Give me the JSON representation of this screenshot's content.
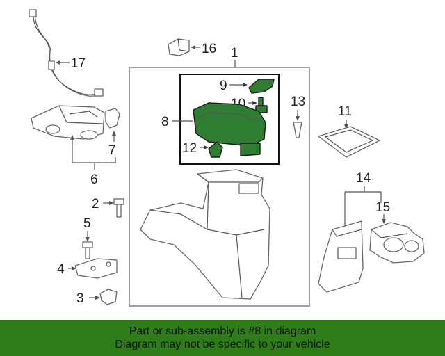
{
  "diagram": {
    "callouts": {
      "c1": "1",
      "c2": "2",
      "c3": "3",
      "c4": "4",
      "c5": "5",
      "c6": "6",
      "c7": "7",
      "c8": "8",
      "c9": "9",
      "c10": "10",
      "c11": "11",
      "c12": "12",
      "c13": "13",
      "c14": "14",
      "c15": "15",
      "c16": "16",
      "c17": "17"
    },
    "highlight_color": "#2e7d32"
  },
  "banner": {
    "line1": "Part or sub-assembly is #8 in diagram",
    "line2": "Diagram may not be specific to your vehicle",
    "background": "#2e7d18"
  }
}
